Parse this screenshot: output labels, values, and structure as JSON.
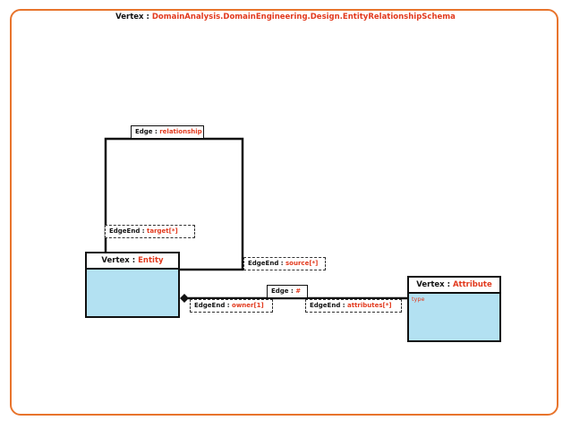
{
  "frame": {
    "title_kind": "Vertex :",
    "title_name": "DomainAnalysis.DomainEngineering.Design.EntityRelationshipSchema",
    "border_color": "#e8742c"
  },
  "colors": {
    "vertex_fill": "#b3e1f2",
    "highlight_text": "#e23a1e",
    "line": "#111111"
  },
  "vertices": {
    "entity": {
      "kind": "Vertex :",
      "name": "Entity",
      "attributes": []
    },
    "attribute": {
      "kind": "Vertex :",
      "name": "Attribute",
      "attributes": [
        "type"
      ]
    }
  },
  "edges": {
    "relationship": {
      "kind": "Edge :",
      "name": "relationship"
    },
    "hash": {
      "kind": "Edge :",
      "name": "#"
    }
  },
  "edge_ends": {
    "target": {
      "kind": "EdgeEnd :",
      "name": "target[*]"
    },
    "source": {
      "kind": "EdgeEnd :",
      "name": "source[*]"
    },
    "owner": {
      "kind": "EdgeEnd :",
      "name": "owner[1]"
    },
    "attributes": {
      "kind": "EdgeEnd :",
      "name": "attributes[*]"
    }
  }
}
